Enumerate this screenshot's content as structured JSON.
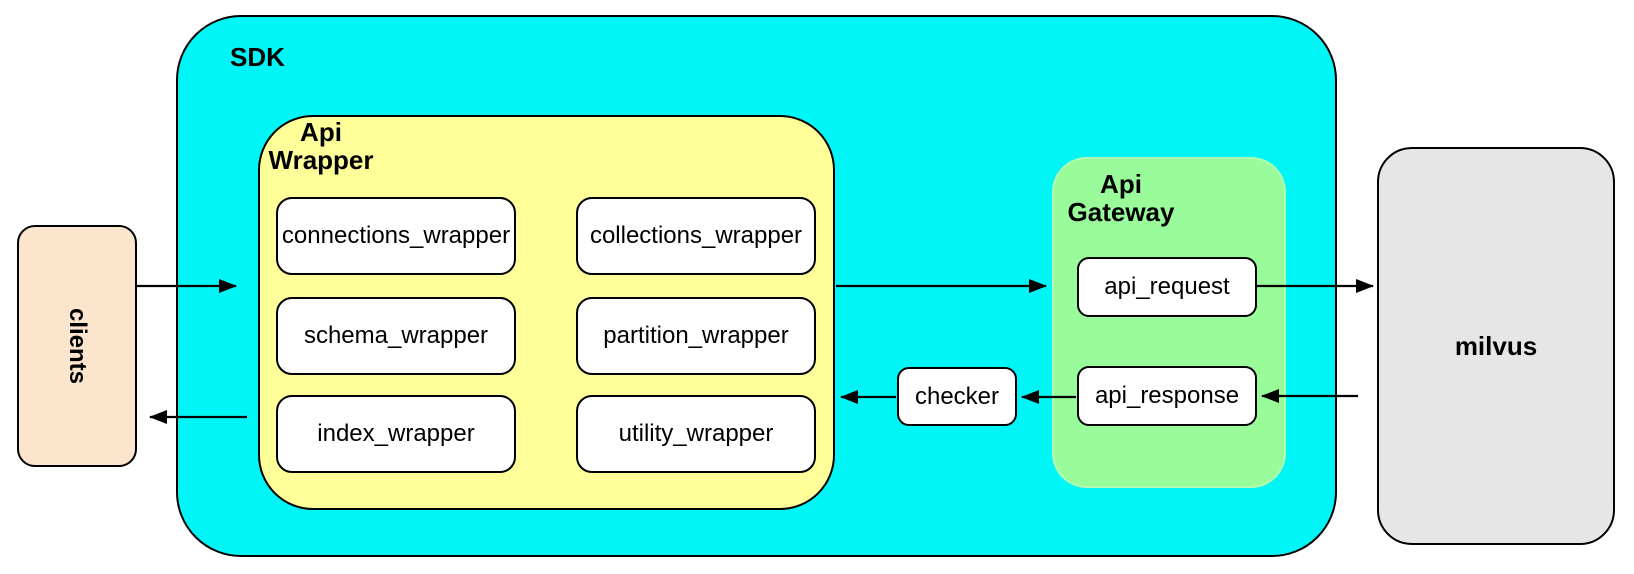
{
  "diagram": {
    "colors": {
      "sdk": "#00f6f6",
      "wrapper": "#ffff99",
      "gateway": "#99fb99",
      "clients": "#fbe5cd",
      "milvus": "#e6e6e6",
      "box": "#ffffff",
      "line": "#000000"
    },
    "nodes": {
      "clients": {
        "label": "clients"
      },
      "sdk": {
        "label": "SDK"
      },
      "api_wrapper": {
        "label": "Api\nWrapper",
        "boxes": [
          {
            "label": "connections_wrapper"
          },
          {
            "label": "collections_wrapper"
          },
          {
            "label": "schema_wrapper"
          },
          {
            "label": "partition_wrapper"
          },
          {
            "label": "index_wrapper"
          },
          {
            "label": "utility_wrapper"
          }
        ]
      },
      "checker": {
        "label": "checker"
      },
      "api_gateway": {
        "label": "Api\nGateway",
        "boxes": [
          {
            "label": "api_request"
          },
          {
            "label": "api_response"
          }
        ]
      },
      "milvus": {
        "label": "milvus"
      }
    }
  }
}
